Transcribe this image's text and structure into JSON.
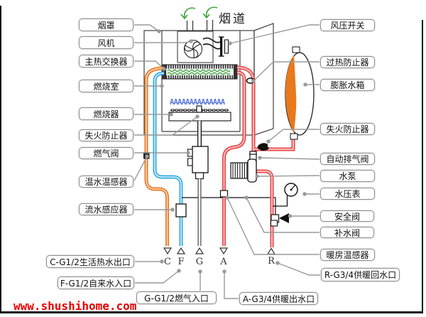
{
  "flue_title": "烟道",
  "flame_glyphs": "AAAAAAAAAAAAAA",
  "watermark": "www.shushihome.com",
  "left_labels": [
    "烟罩",
    "风机",
    "主热交换器",
    "燃烧室",
    "燃烧器",
    "失火防止器",
    "燃气阀",
    "温水温感器",
    "流水感应器"
  ],
  "right_labels": [
    "风压开关",
    "过热防止器",
    "膨胀水箱",
    "失火防止器",
    "自动排气阀",
    "水泵",
    "水压表",
    "安全阀",
    "补水阀",
    "暖房温感器"
  ],
  "bottom_labels": [
    "C-G1/2生活热水出口",
    "F-G1/2自来水入口",
    "G-G1/2燃气入口",
    "A-G3/4供暖出水口",
    "R-G3/4供暖回水口"
  ],
  "ports": [
    "C",
    "F",
    "G",
    "A",
    "R"
  ],
  "colors": {
    "hot_water_pipe": "#e87a28",
    "cold_water_pipe": "#35aae4",
    "heating_pipe": "#e64444",
    "heating_pipe_core": "#f8bcbc",
    "tank_fill": "#e8791c",
    "flame_blue": "#5b76d6",
    "arrow_green": "#3aa53a",
    "exchanger_green": "#3a9a3a",
    "leader_gray": "#9a9a9a",
    "watermark_red": "#e60000"
  }
}
